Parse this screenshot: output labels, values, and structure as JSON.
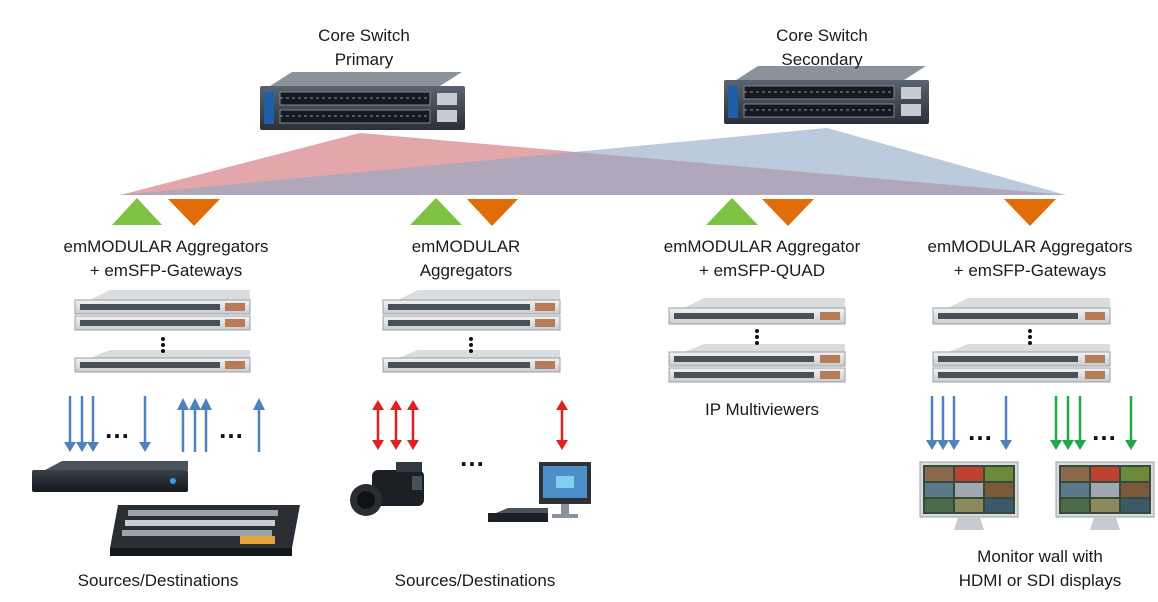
{
  "core_switches": [
    {
      "line1": "Core Switch",
      "line2": "Primary"
    },
    {
      "line1": "Core Switch",
      "line2": "Secondary"
    }
  ],
  "groups": [
    {
      "line1": "emMODULAR Aggregators",
      "line2": "+ emSFP-Gateways"
    },
    {
      "line1": "emMODULAR",
      "line2": "Aggregators"
    },
    {
      "line1": "emMODULAR Aggregator",
      "line2": "+ emSFP-QUAD"
    },
    {
      "line1": "emMODULAR Aggregators",
      "line2": "+ emSFP-Gateways"
    }
  ],
  "bottom_labels": {
    "sources_1": "Sources/Destinations",
    "sources_2": "Sources/Destinations",
    "multiviewers": "IP Multiviewers",
    "monitor_line1": "Monitor wall with",
    "monitor_line2": "HDMI or SDI displays"
  },
  "ellipsis": "…",
  "colors": {
    "primary_fan": "#d98a8f",
    "secondary_fan": "#8ea7c4",
    "up_triangle": "#7dc242",
    "down_triangle": "#e36c0a",
    "arrow_blue": "#4f81bd",
    "arrow_red": "#e02020",
    "arrow_green": "#1fa84a"
  }
}
